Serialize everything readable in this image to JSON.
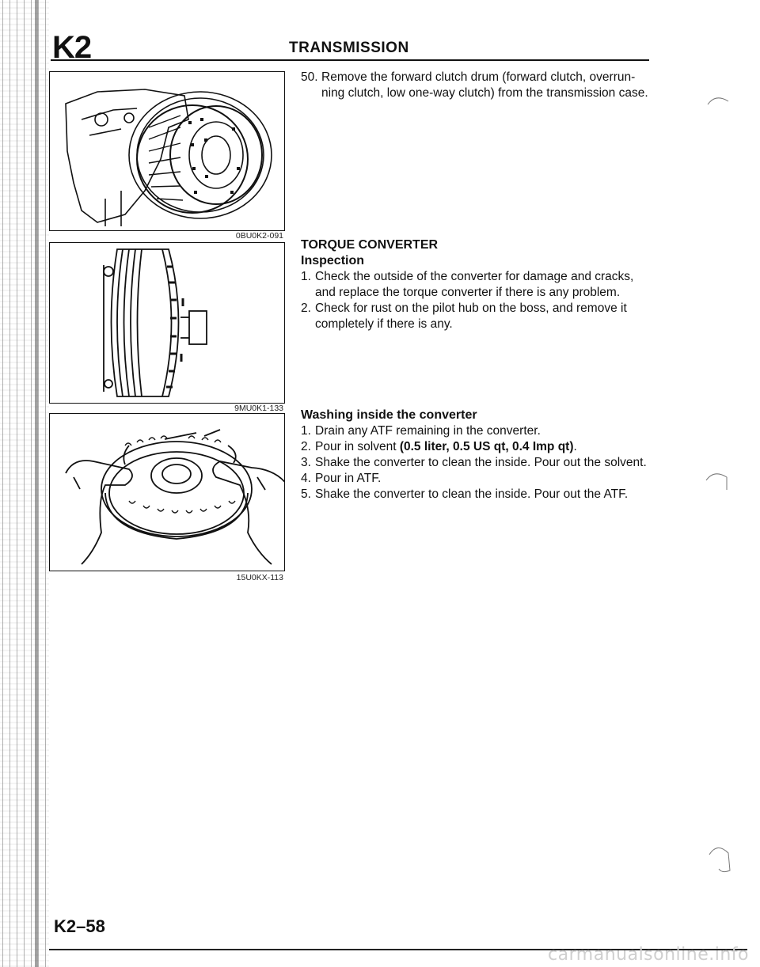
{
  "header": {
    "section_code": "K2",
    "title": "TRANSMISSION"
  },
  "figures": [
    {
      "code": "0BU0K2-091",
      "icon": "forward-clutch-drum-illustration"
    },
    {
      "code": "9MU0K1-133",
      "icon": "torque-converter-illustration"
    },
    {
      "code": "15U0KX-113",
      "icon": "hands-shaking-converter-illustration"
    }
  ],
  "step50": {
    "number": "50.",
    "text": "Remove the forward clutch drum (forward clutch, overrun-ning clutch, low one-way clutch) from the transmission case."
  },
  "torque_converter": {
    "heading": "TORQUE CONVERTER",
    "subheading": "Inspection",
    "steps": [
      {
        "n": "1.",
        "text": "Check the outside of the converter for damage and cracks, and replace the torque converter if there is any problem."
      },
      {
        "n": "2.",
        "text": "Check for rust on the pilot hub on the boss, and remove it completely if there is any."
      }
    ]
  },
  "washing": {
    "heading": "Washing inside the converter",
    "steps": [
      {
        "n": "1.",
        "text": "Drain any ATF remaining in the converter."
      },
      {
        "n": "2.",
        "text_before": "Pour in solvent ",
        "text_bold": "(0.5 liter, 0.5 US qt, 0.4 Imp qt)",
        "text_after": "."
      },
      {
        "n": "3.",
        "text": "Shake the converter to clean the inside. Pour out the solvent."
      },
      {
        "n": "4.",
        "text": "Pour in ATF."
      },
      {
        "n": "5.",
        "text": "Shake the converter to clean the inside. Pour out the ATF."
      }
    ]
  },
  "footer": {
    "page_number": "K2–58",
    "watermark": "carmanualsonline.info"
  }
}
